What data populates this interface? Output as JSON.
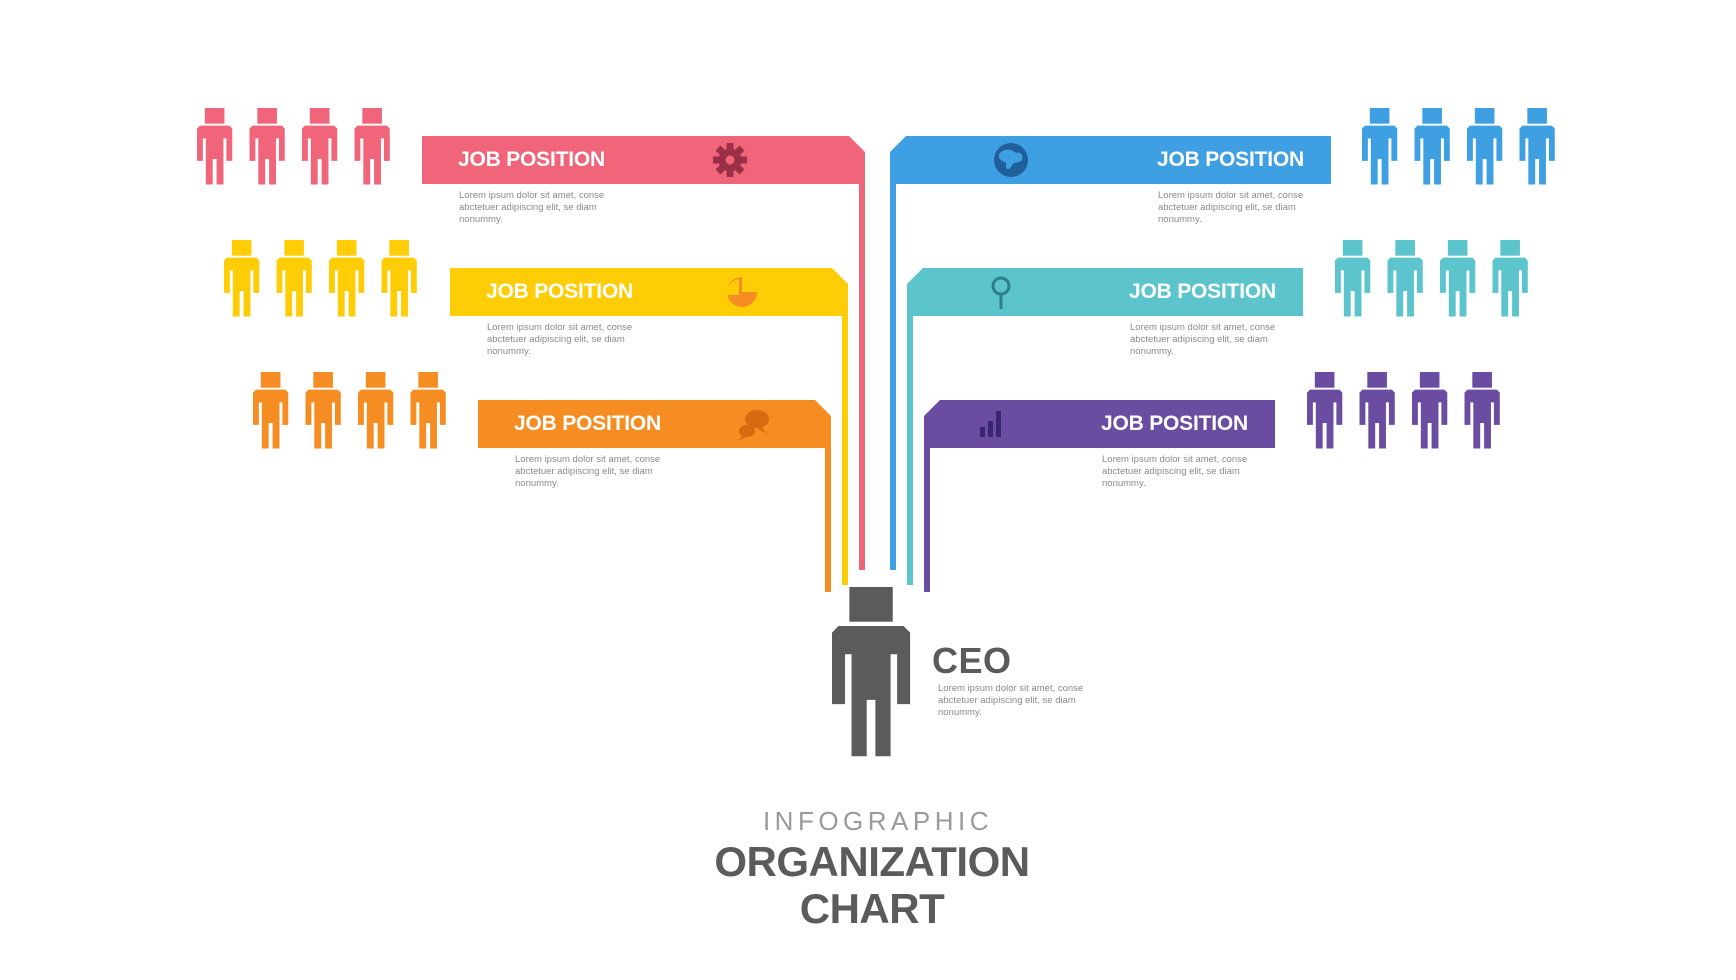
{
  "header": {
    "subtitle": "INFOGRAPHIC",
    "title_line1": "ORGANIZATION",
    "title_line2": "CHART"
  },
  "ceo": {
    "title": "CEO",
    "desc": "Lorem ipsum dolor sit amet, conse abctetuer adipiscing elit, se diam nonummy.",
    "color": "#5b5b5b"
  },
  "positions": [
    {
      "side": "left",
      "color": "#f0657a",
      "title": "JOB POSITION",
      "desc": "Lorem ipsum dolor sit amet, conse abctetuer adipiscing elit, se diam nonummy.",
      "icon": "gear-icon",
      "team_size": 4
    },
    {
      "side": "left",
      "color": "#ffcd05",
      "title": "JOB POSITION",
      "desc": "Lorem ipsum dolor sit amet, conse abctetuer adipiscing elit, se diam nonummy.",
      "icon": "pie-chart-icon",
      "team_size": 4
    },
    {
      "side": "left",
      "color": "#f58d22",
      "title": "JOB POSITION",
      "desc": "Lorem ipsum dolor sit amet, conse abctetuer adipiscing elit, se diam nonummy.",
      "icon": "chat-bubbles-icon",
      "team_size": 4
    },
    {
      "side": "right",
      "color": "#3ea0e2",
      "title": "JOB POSITION",
      "desc": "Lorem ipsum dolor sit amet, conse abctetuer adipiscing elit, se diam nonummy.",
      "icon": "globe-icon",
      "team_size": 4
    },
    {
      "side": "right",
      "color": "#5cc4cc",
      "title": "JOB POSITION",
      "desc": "Lorem ipsum dolor sit amet, conse abctetuer adipiscing elit, se diam nonummy.",
      "icon": "location-pin-icon",
      "team_size": 4
    },
    {
      "side": "right",
      "color": "#6a4ca0",
      "title": "JOB POSITION",
      "desc": "Lorem ipsum dolor sit amet, conse abctetuer adipiscing elit, se diam nonummy.",
      "icon": "bar-chart-icon",
      "team_size": 4
    }
  ]
}
